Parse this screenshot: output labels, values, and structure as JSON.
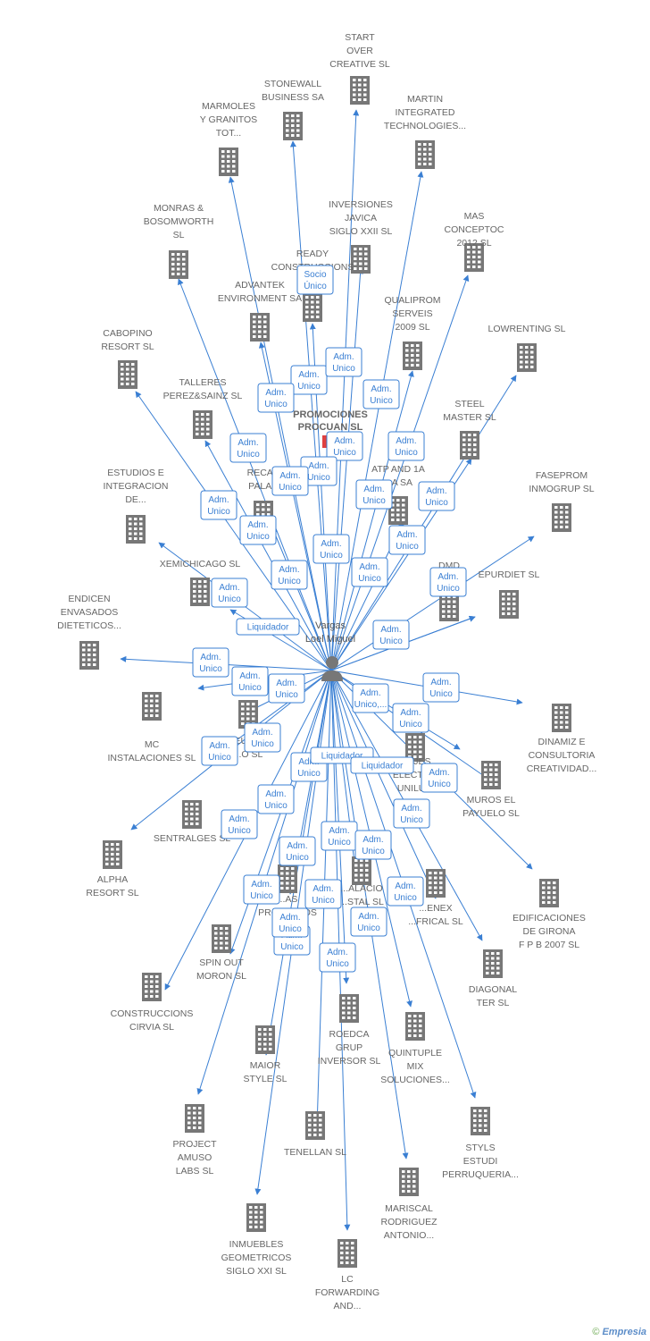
{
  "person": {
    "name_line1": "Vargas",
    "name_line2": "Loel Miguel"
  },
  "main_company": {
    "name_line1": "PROMOCIONES",
    "name_line2": "PROCUAN SL"
  },
  "companies": [
    {
      "name": [
        "START",
        "OVER",
        "CREATIVE SL"
      ]
    },
    {
      "name": [
        "STONEWALL",
        "BUSINESS SA"
      ]
    },
    {
      "name": [
        "MARMOLES",
        "Y GRANITOS",
        "TOT..."
      ]
    },
    {
      "name": [
        "MARTIN",
        "INTEGRATED",
        "TECHNOLOGIES..."
      ]
    },
    {
      "name": [
        "INVERSIONES",
        "JAVICA",
        "SIGLO XXII SL"
      ]
    },
    {
      "name": [
        "MAS",
        "CONCEPTOC",
        "2012 SL"
      ]
    },
    {
      "name": [
        "MONRAS &",
        "BOSOMWORTH",
        "SL"
      ]
    },
    {
      "name": [
        "READY",
        "CONSTRUCCIONS",
        "2..."
      ]
    },
    {
      "name": [
        "ADVANTEK",
        "ENVIRONMENT SA"
      ]
    },
    {
      "name": [
        "QUALIPROM",
        "SERVEIS",
        "2009 SL"
      ]
    },
    {
      "name": [
        "LOWRENTING SL"
      ]
    },
    {
      "name": [
        "CABOPINO",
        "RESORT SL"
      ]
    },
    {
      "name": [
        "TALLERES",
        "PEREZ&SAINZ SL"
      ]
    },
    {
      "name": [
        "STEEL",
        "MASTER SL"
      ]
    },
    {
      "name": [
        "ESTUDIOS E",
        "INTEGRACION",
        "DE..."
      ]
    },
    {
      "name": [
        "RECAN",
        "PALAU"
      ]
    },
    {
      "name": [
        "ATP AND 1A",
        "...A SA"
      ]
    },
    {
      "name": [
        "FASEPROM",
        "INMOGRUP SL"
      ]
    },
    {
      "name": [
        "XEMICHICAGO SL"
      ]
    },
    {
      "name": [
        "DMD"
      ]
    },
    {
      "name": [
        "EPURDIET SL"
      ]
    },
    {
      "name": [
        "ENDICEN",
        "ENVASADOS",
        "DIETETICOS..."
      ]
    },
    {
      "name": [
        "MC",
        "INSTALACIONES SL"
      ]
    },
    {
      "name": [
        "EUR...",
        "...O SL"
      ]
    },
    {
      "name": [
        "DINAMIZ E",
        "CONSULTORIA",
        "CREATIVIDAD..."
      ]
    },
    {
      "name": [
        "...AJES",
        "ELECTR...",
        "UNILU..."
      ]
    },
    {
      "name": [
        "MUROS EL",
        "PAYUELO SL"
      ]
    },
    {
      "name": [
        "SENTRALGES SL"
      ]
    },
    {
      "name": [
        "ALPHA",
        "RESORT SL"
      ]
    },
    {
      "name": [
        "...AS",
        "PROYECTOS"
      ]
    },
    {
      "name": [
        "...ALACIO",
        "...STAL SL"
      ]
    },
    {
      "name": [
        "...ENEX",
        "...FRICAL SL"
      ]
    },
    {
      "name": [
        "EDIFICACIONES",
        "DE GIRONA",
        "F P B 2007 SL"
      ]
    },
    {
      "name": [
        "SPIN OUT",
        "MORON SL"
      ]
    },
    {
      "name": [
        "CONSTRUCCIONS",
        "CIRVIA SL"
      ]
    },
    {
      "name": [
        "DIAGONAL",
        "TER SL"
      ]
    },
    {
      "name": [
        "ROEDCA",
        "GRUP",
        "INVERSOR SL"
      ]
    },
    {
      "name": [
        "MAIOR",
        "STYLE SL"
      ]
    },
    {
      "name": [
        "QUINTUPLE",
        "MIX",
        "SOLUCIONES..."
      ]
    },
    {
      "name": [
        "PROJECT",
        "AMUSO",
        "LABS SL"
      ]
    },
    {
      "name": [
        "TENELLAN SL"
      ]
    },
    {
      "name": [
        "STYLS",
        "ESTUDI",
        "PERRUQUERIA..."
      ]
    },
    {
      "name": [
        "MARISCAL",
        "RODRIGUEZ",
        "ANTONIO..."
      ]
    },
    {
      "name": [
        "INMUEBLES",
        "GEOMETRICOS",
        "SIGLO XXI SL"
      ]
    },
    {
      "name": [
        "LC",
        "FORWARDING",
        "AND..."
      ]
    }
  ],
  "roles": [
    [
      "Socio",
      "Único"
    ],
    [
      "Adm.",
      "Unico"
    ],
    [
      "Adm.",
      "Unico"
    ],
    [
      "Adm.",
      "Unico"
    ],
    [
      "Adm.",
      "Unico"
    ],
    [
      "Adm.",
      "Unico"
    ],
    [
      "Adm.",
      "Unico"
    ],
    [
      "Adm.",
      "Unico"
    ],
    [
      "Adm.",
      "Unico"
    ],
    [
      "Adm.",
      "Unico"
    ],
    [
      "Adm.",
      "Unico"
    ],
    [
      "Adm.",
      "Unico"
    ],
    [
      "Adm.",
      "Unico"
    ],
    [
      "Adm.",
      "Unico"
    ],
    [
      "Adm.",
      "Unico"
    ],
    [
      "Adm.",
      "Unico"
    ],
    [
      "Adm.",
      "Unico"
    ],
    [
      "Adm.",
      "Unico"
    ],
    [
      "Adm.",
      "Unico"
    ],
    [
      "Liquidador"
    ],
    [
      "Adm.",
      "Unico"
    ],
    [
      "Adm.",
      "Unico"
    ],
    [
      "Adm.",
      "Unico"
    ],
    [
      "Adm.",
      "Unico"
    ],
    [
      "Adm.",
      "Unico"
    ],
    [
      "Adm.",
      "Unico"
    ],
    [
      "Adm.",
      "Unico,..."
    ],
    [
      "Adm.",
      "Unico"
    ],
    [
      "Adm.",
      "Unico"
    ],
    [
      "Adm.",
      "Unico"
    ],
    [
      "Adm.",
      "Unico"
    ],
    [
      "Liquidador"
    ],
    [
      "Liquidador"
    ],
    [
      "Adm.",
      "Unico"
    ],
    [
      "Adm.",
      "Unico"
    ],
    [
      "Adm.",
      "Unico"
    ],
    [
      "Adm.",
      "Unico"
    ],
    [
      "Adm.",
      "Unico"
    ],
    [
      "Adm.",
      "Unico"
    ],
    [
      "Adm.",
      "Unico"
    ],
    [
      "Adm.",
      "Unico"
    ],
    [
      "Adm.",
      "Unico"
    ],
    [
      "Adm.",
      "Unico"
    ],
    [
      "Adm.",
      "Unico"
    ],
    [
      "Adm.",
      "Unico"
    ],
    [
      "Adm.",
      "Unico"
    ],
    [
      "Adm.",
      "Unico"
    ]
  ],
  "footer": {
    "copyright": "©",
    "brand": "Empresia"
  },
  "colors": {
    "edge": "#3a7fd3",
    "node": "#777777",
    "label": "#666666",
    "highlight": "#e04040"
  }
}
